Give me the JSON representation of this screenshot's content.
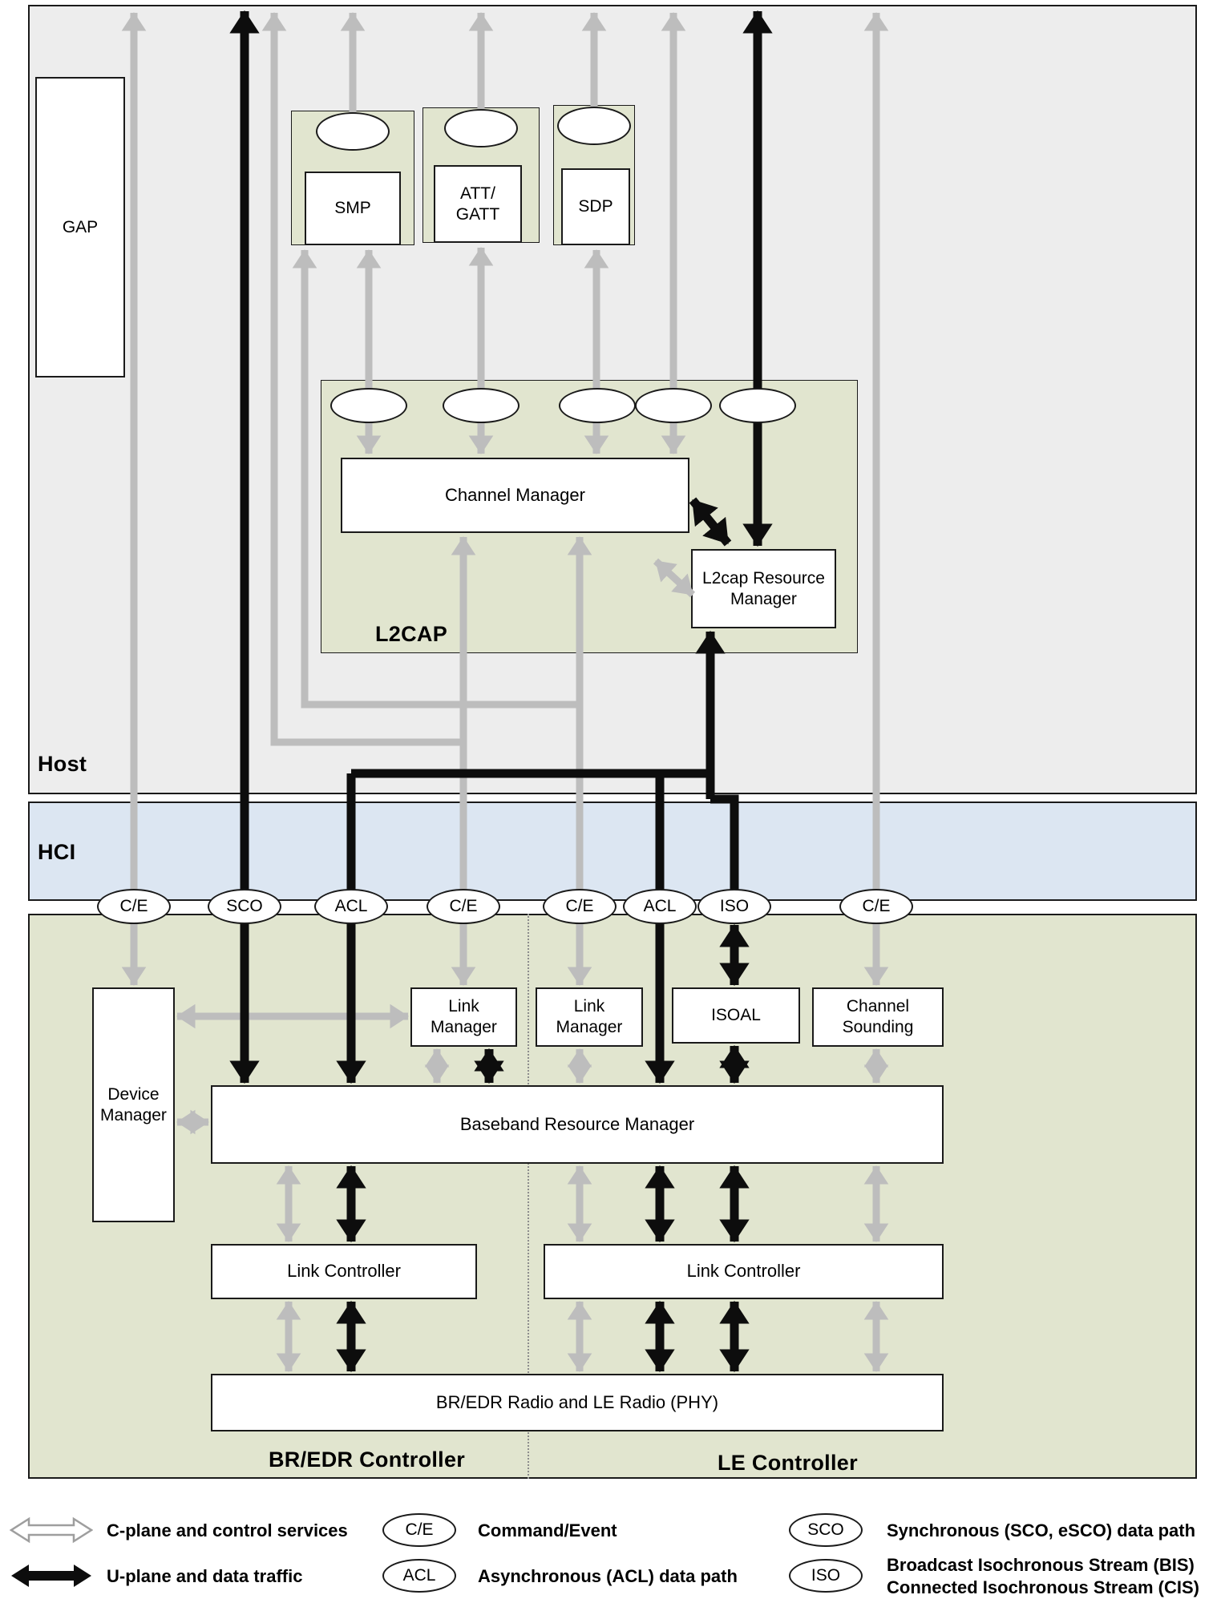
{
  "sections": {
    "host": "Host",
    "hci": "HCI",
    "l2cap": "L2CAP",
    "bredr_controller": "BR/EDR Controller",
    "le_controller": "LE Controller"
  },
  "host_blocks": {
    "gap": "GAP",
    "smp": "SMP",
    "att_gatt": "ATT/\nGATT",
    "sdp": "SDP",
    "channel_manager": "Channel Manager",
    "l2cap_resource_manager": "L2cap Resource\nManager"
  },
  "hci_ports": [
    "C/E",
    "SCO",
    "ACL",
    "C/E",
    "C/E",
    "ACL",
    "ISO",
    "C/E"
  ],
  "controller_blocks": {
    "device_manager": "Device\nManager",
    "link_manager_bredr": "Link\nManager",
    "link_manager_le": "Link\nManager",
    "isoal": "ISOAL",
    "channel_sounding": "Channel\nSounding",
    "baseband_resource_manager": "Baseband Resource Manager",
    "link_controller_bredr": "Link Controller",
    "link_controller_le": "Link Controller",
    "radio_phy": "BR/EDR Radio and LE Radio (PHY)"
  },
  "legend": {
    "c_plane": "C-plane and control services",
    "u_plane": "U-plane and data traffic",
    "ce_symbol": "C/E",
    "ce_label": "Command/Event",
    "acl_symbol": "ACL",
    "acl_label": "Asynchronous (ACL) data path",
    "sco_symbol": "SCO",
    "sco_label": "Synchronous (SCO, eSCO) data path",
    "iso_symbol": "ISO",
    "iso_label": "Broadcast Isochronous Stream (BIS)\nConnected Isochronous Stream (CIS)"
  },
  "colors": {
    "host_bg": "#ededed",
    "hci_bg": "#dce6f2",
    "controller_bg": "#e1e5cf",
    "gray_arrow": "#bdbdbd",
    "black_arrow": "#0d0d0d"
  }
}
